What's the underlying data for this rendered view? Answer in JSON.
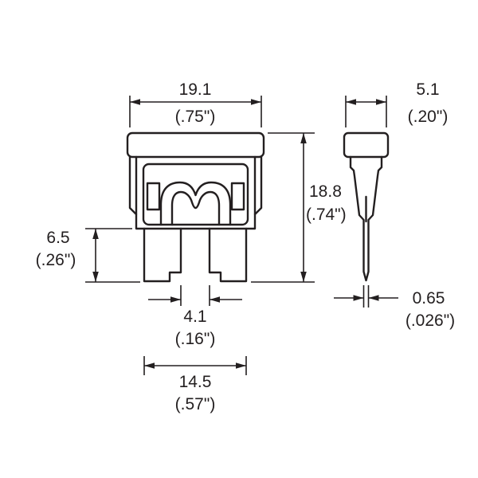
{
  "colors": {
    "line": "#231f20",
    "background": "#ffffff"
  },
  "dimensions": {
    "width": {
      "mm": "19.1",
      "inch": "(.75\")"
    },
    "depth": {
      "mm": "5.1",
      "inch": "(.20\")"
    },
    "height": {
      "mm": "18.8",
      "inch": "(.74\")"
    },
    "terminal_length": {
      "mm": "6.5",
      "inch": "(.26\")"
    },
    "terminal_gap": {
      "mm": "4.1",
      "inch": "(.16\")"
    },
    "terminal_span": {
      "mm": "14.5",
      "inch": "(.57\")"
    },
    "terminal_thickness": {
      "mm": "0.65",
      "inch": "(.026\")"
    }
  }
}
